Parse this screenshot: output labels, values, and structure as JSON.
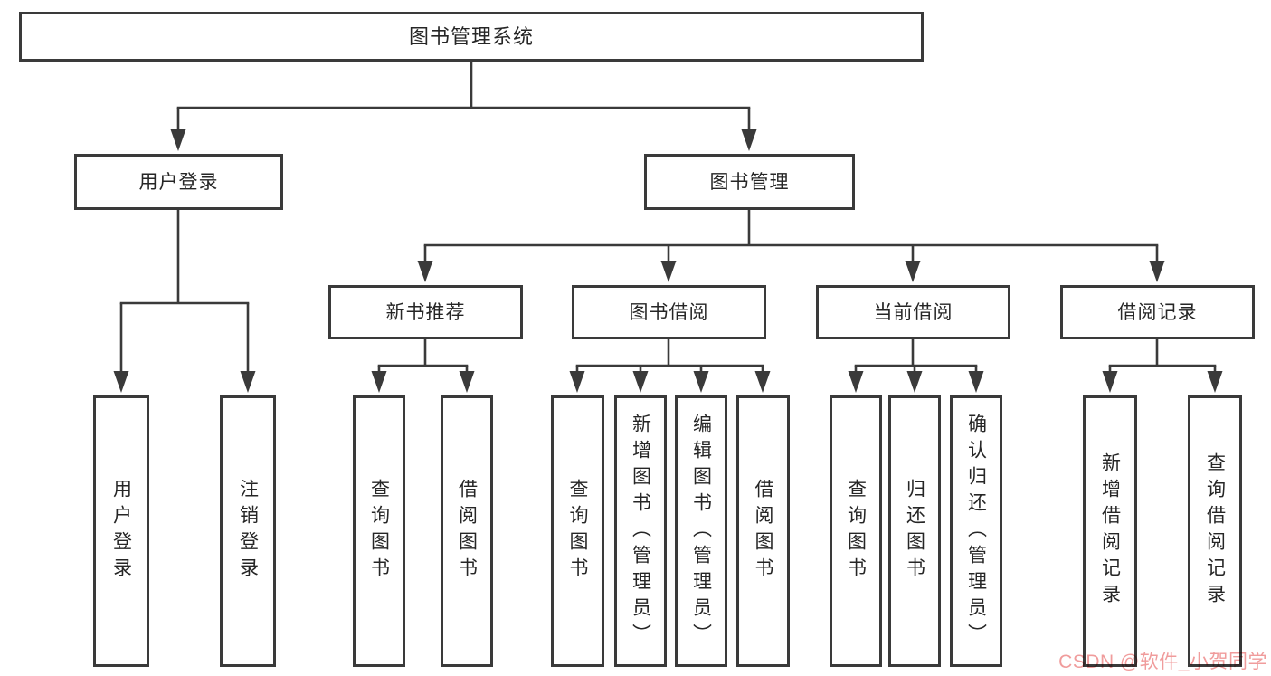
{
  "style": {
    "background": "#ffffff",
    "line_color": "#3a3a3a",
    "text_color": "#262626",
    "watermark_color": "#f09c9c"
  },
  "nodes": {
    "root": "图书管理系统",
    "level2": [
      "用户登录",
      "图书管理"
    ],
    "level3": [
      "新书推荐",
      "图书借阅",
      "当前借阅",
      "借阅记录"
    ],
    "leaves_user": [
      "用户登录",
      "注销登录"
    ],
    "leaves_new_books": [
      "查询图书",
      "借阅图书"
    ],
    "leaves_borrow": [
      "查询图书",
      "新增图书（管理员）",
      "编辑图书（管理员）",
      "借阅图书"
    ],
    "leaves_current": [
      "查询图书",
      "归还图书",
      "确认归还（管理员）"
    ],
    "leaves_records": [
      "新增借阅记录",
      "查询借阅记录"
    ]
  },
  "watermark": {
    "text": "CSDN @软件_小贺同学"
  }
}
